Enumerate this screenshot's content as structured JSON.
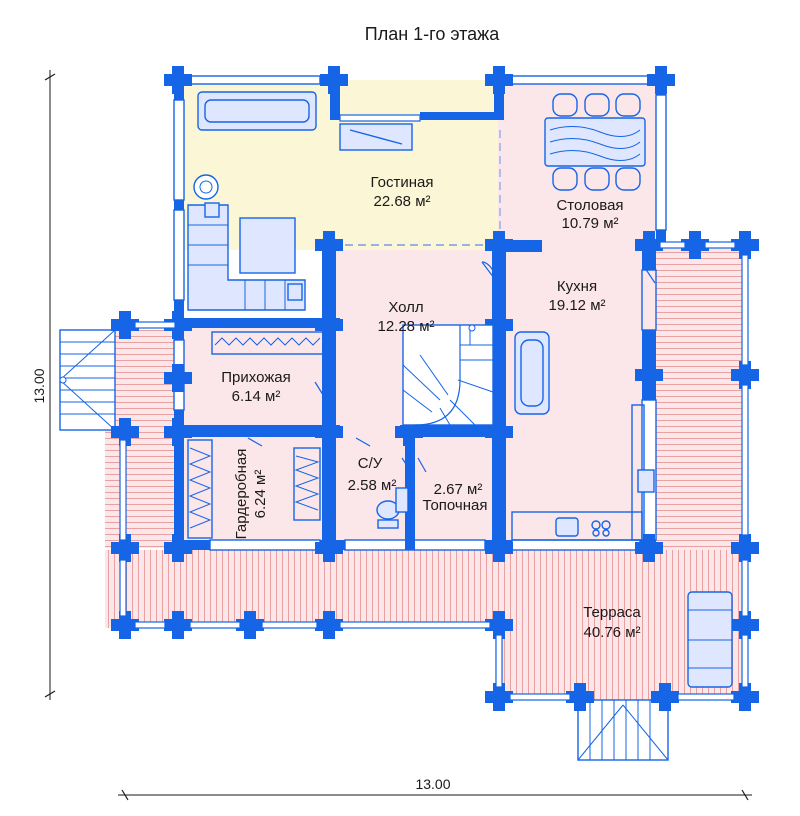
{
  "plan": {
    "title": "План 1-го этажа",
    "dim_horizontal": "13.00",
    "dim_vertical": "13.00",
    "colors": {
      "wall": "#1565e6",
      "living_fill": "#fbf6d6",
      "room_fill": "#fbe6ea",
      "deck_stripe": "#e8a0a0"
    },
    "rooms": {
      "living": {
        "name": "Гостиная",
        "area": "22.68 м²"
      },
      "dining": {
        "name": "Столовая",
        "area": "10.79 м²"
      },
      "kitchen": {
        "name": "Кухня",
        "area": "19.12 м²"
      },
      "hall": {
        "name": "Холл",
        "area": "12.28 м²"
      },
      "entry": {
        "name": "Прихожая",
        "area": "6.14 м²"
      },
      "bath": {
        "name": "С/У",
        "area": "2.58 м²"
      },
      "boiler": {
        "name": "Топочная",
        "area": "2.67 м²"
      },
      "wardrobe": {
        "name": "Гардеробная",
        "area": "6.24 м²"
      },
      "terrace": {
        "name": "Терраса",
        "area": "40.76 м²"
      }
    }
  }
}
